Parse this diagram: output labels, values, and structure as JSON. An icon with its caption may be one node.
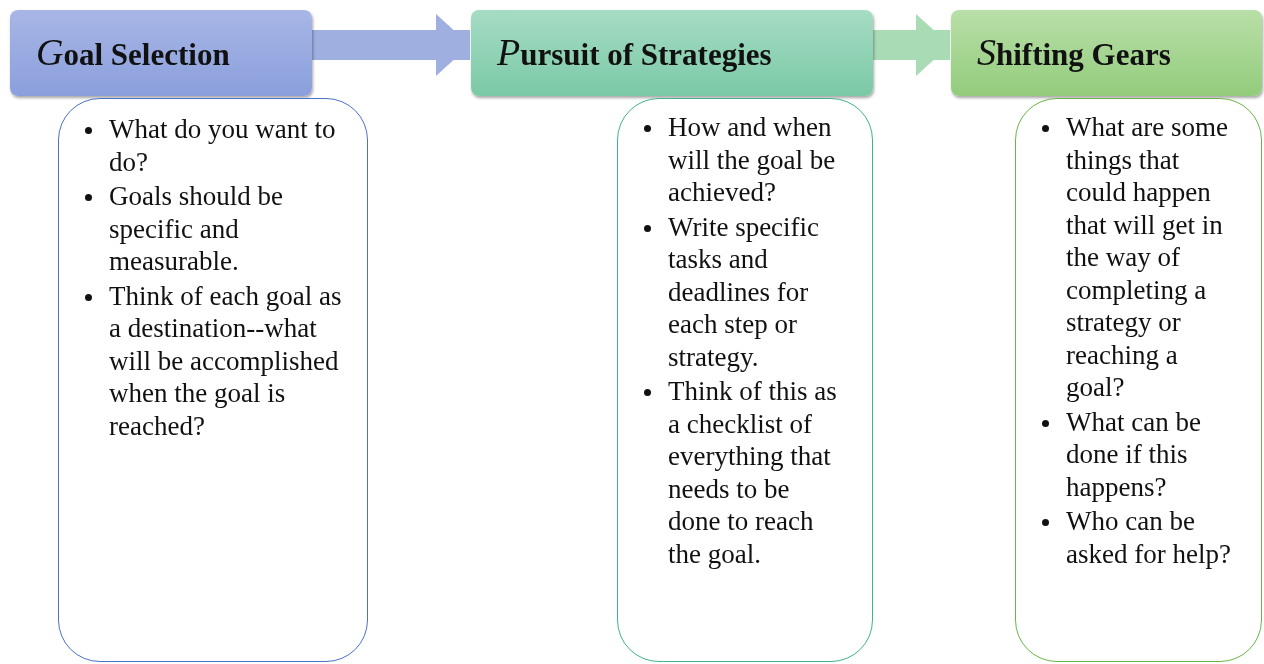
{
  "diagram": {
    "nodes": [
      {
        "text": [
          "Goal Selection"
        ]
      },
      {
        "text": [
          "What do you want to do?",
          "Goals should be specific and measurable.",
          "Think of each goal as a destination--what will be accomplished when the goal is reached?"
        ]
      },
      {
        "text": [
          "Pursuit of Strategies"
        ]
      },
      {
        "text": [
          "How and when will the goal be achieved?",
          "Write specific tasks and deadlines for each step or strategy.",
          "Think of this as a checklist of everything that needs to be done to reach the goal."
        ]
      },
      {
        "text": [
          "Shifting Gears"
        ]
      },
      {
        "text": [
          "What are some things that could happen that will get in the way of completing a strategy or reaching a goal?",
          "What can be done if this happens?",
          "Who can be asked for help?"
        ]
      }
    ],
    "edges": [
      {
        "from": 0,
        "to": 2,
        "arrow": "to"
      },
      {
        "from": 2,
        "to": 4,
        "arrow": "to"
      }
    ]
  }
}
